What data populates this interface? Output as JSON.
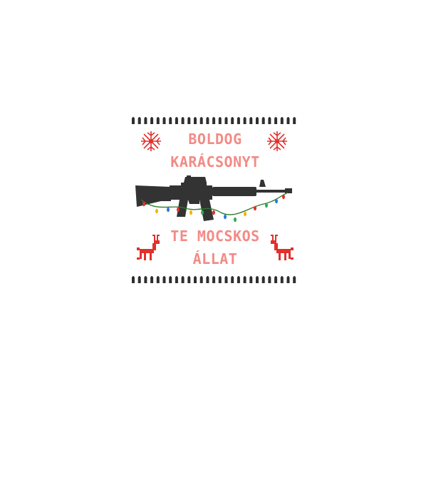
{
  "design": {
    "line1": "BOLDOG",
    "line2": "KARÁCSONYT",
    "line3": "TE MOCSKOS",
    "line4": "ÁLLAT",
    "text_color": "#f28b86",
    "accent_color": "#e0312c",
    "ink_color": "#2e2e2e",
    "icons": [
      "bullet-row-icon",
      "snowflake-icon",
      "rifle-icon",
      "christmas-lights-icon",
      "reindeer-icon"
    ]
  }
}
